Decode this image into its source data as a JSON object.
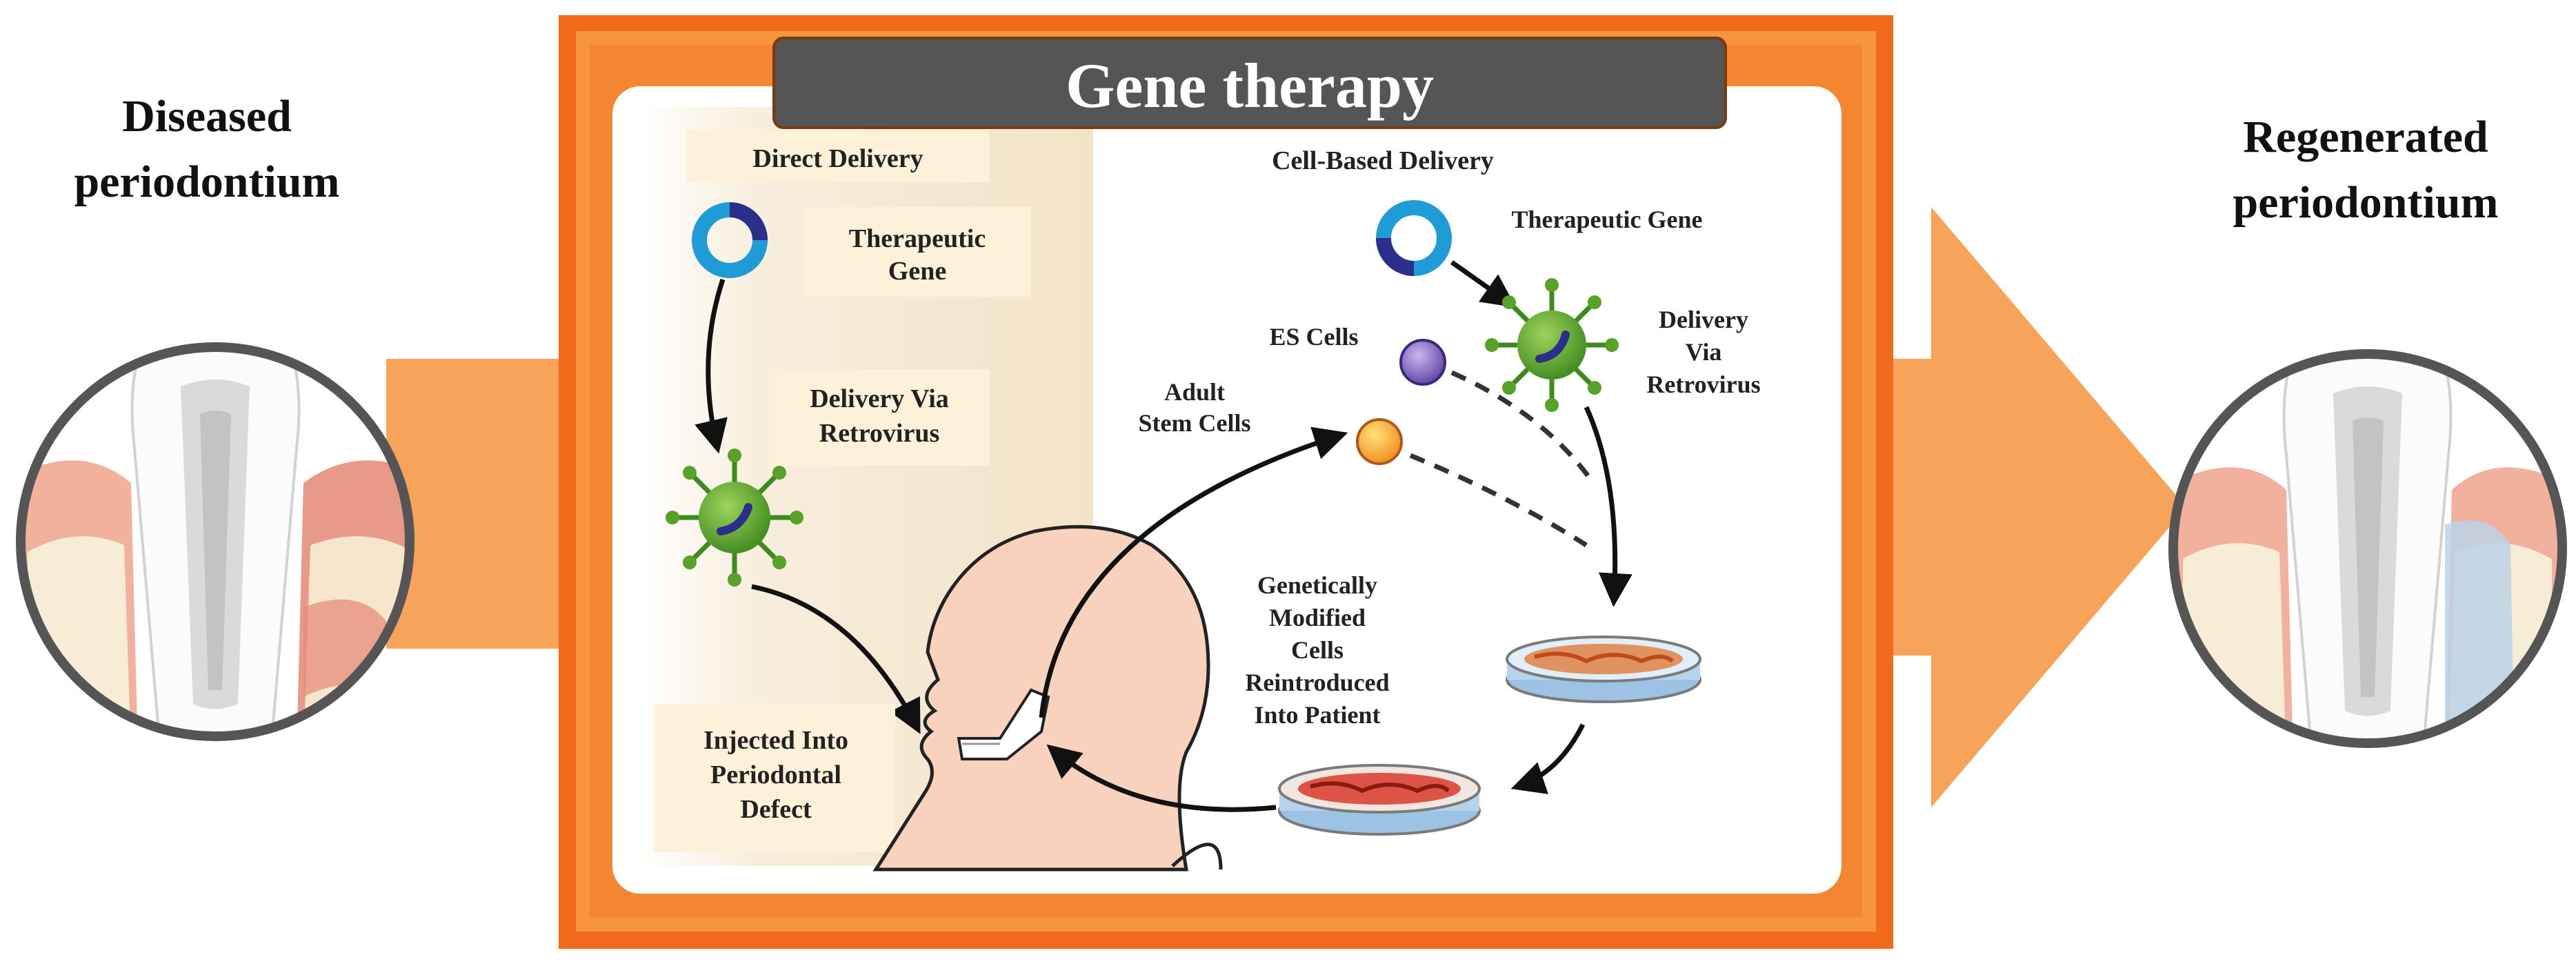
{
  "title": "Gene therapy",
  "left_label": [
    "Diseased",
    "periodontium"
  ],
  "right_label": [
    "Regenerated",
    "periodontium"
  ],
  "direct": {
    "heading": "Direct Delivery",
    "gene_label": [
      "Therapeutic",
      "Gene"
    ],
    "delivery_label": [
      "Delivery Via",
      "Retrovirus"
    ],
    "injected_label": [
      "Injected Into",
      "Periodontal",
      "Defect"
    ]
  },
  "cell": {
    "heading": "Cell-Based Delivery",
    "gene_label": "Therapeutic Gene",
    "es_label": "ES  Cells",
    "adult_label": [
      "Adult",
      "Stem Cells"
    ],
    "delivery_label": [
      "Delivery",
      "Via",
      "Retrovirus"
    ],
    "modified_label": [
      "Genetically",
      "Modified",
      "Cells",
      "Reintroduced",
      "Into Patient"
    ]
  },
  "colors": {
    "frame_orange": "#f26a1b",
    "frame_orange_light": "#f7953e",
    "title_bar": "#555555",
    "arrow_orange": "#f7a04a",
    "direct_panel": "#f6ead7",
    "label_box": "#fdf1da",
    "plasmid_blue": "#1f9bd6",
    "plasmid_dark": "#2a2f8a",
    "virus_green": "#59a229",
    "gum_pink": "#f1b19d",
    "bone": "#f7ecd6",
    "dish_blue": "#9cc3e4",
    "diseased_red": "#e8988a",
    "regen_blue": "#bcd4e8"
  }
}
